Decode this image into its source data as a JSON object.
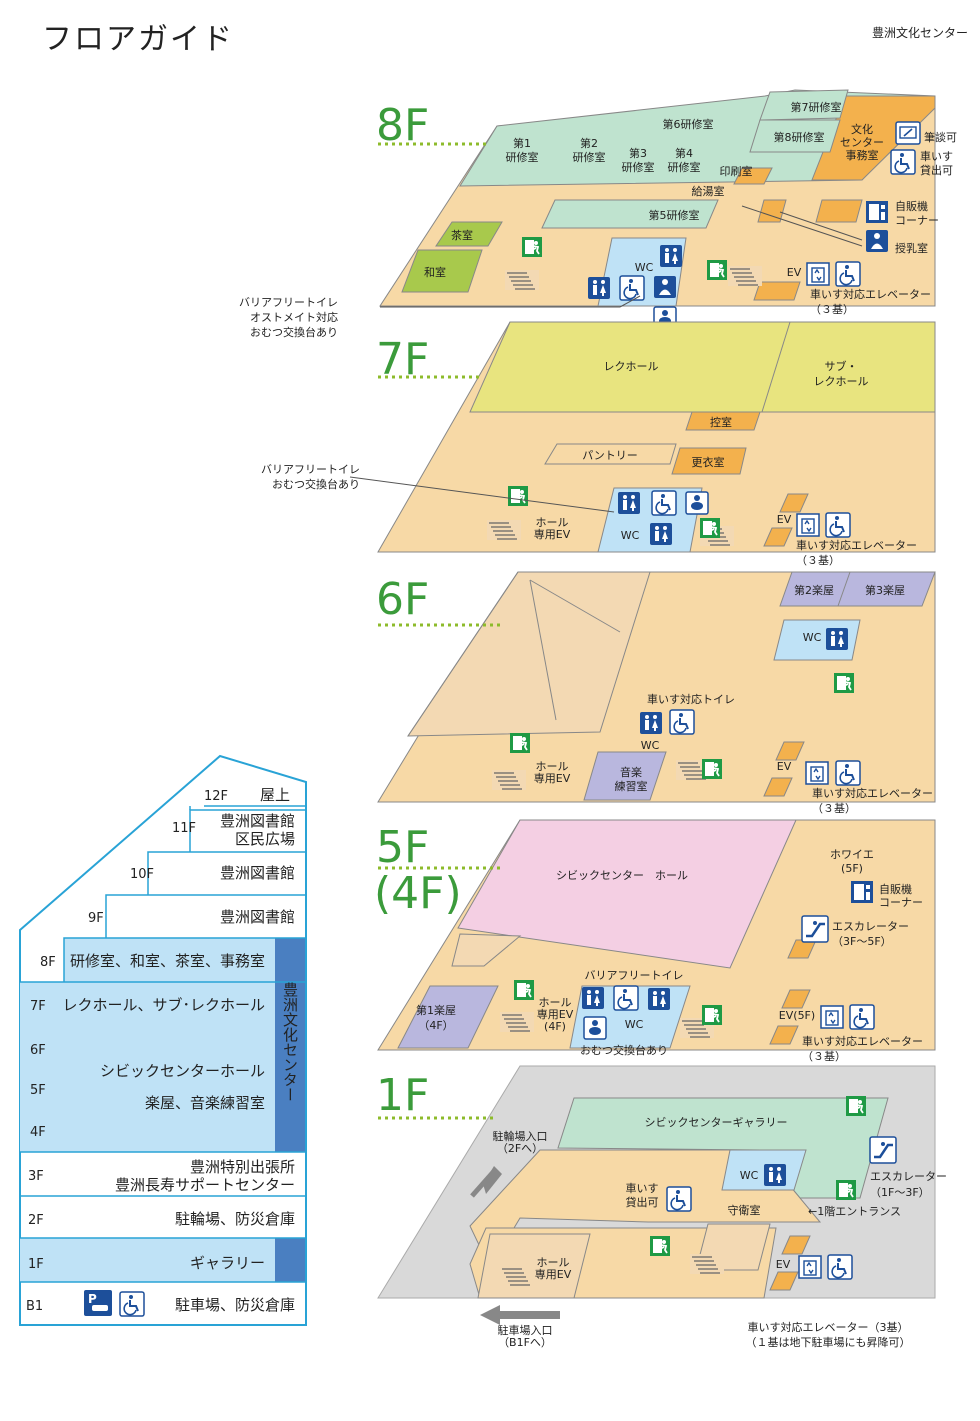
{
  "header": {
    "title": "フロアガイド",
    "organization": "豊洲文化センター"
  },
  "colors": {
    "floor_green": "#3b9b3b",
    "accent_blue": "#4a7fc1",
    "room_mint": "#bfe3cf",
    "room_orange": "#f3b14d",
    "room_yellow": "#e8e47f",
    "room_pink": "#f4cfe3",
    "room_lavender": "#b9b7de",
    "room_lightblue": "#bfe2f6",
    "corridor": "#f7d9a6"
  },
  "floors": {
    "f8": {
      "label": "8F",
      "rooms": {
        "kenshu1": "第1\n研修室",
        "kenshu2": "第2\n研修室",
        "kenshu3": "第3\n研修室",
        "kenshu4": "第4\n研修室",
        "kenshu5": "第5研修室",
        "kenshu6": "第6研修室",
        "kenshu7": "第7研修室",
        "kenshu8": "第8研修室",
        "office": "文化\nセンター\n事務室",
        "insatsu": "印刷室",
        "kyuto": "給湯室",
        "chashitsu": "茶室",
        "washitsu": "和室",
        "wc": "WC",
        "ev": "EV"
      },
      "legend": {
        "hitsudan": "筆談可",
        "kurumaisu_kashidashi": "車いす\n貸出可",
        "jihanki": "自販機\nコーナー",
        "junyu": "授乳室"
      },
      "notes": {
        "toilet": "バリアフリートイレ\nオストメイト対応\nおむつ交換台あり",
        "elevator": "車いす対応エレベーター\n（３基）"
      }
    },
    "f7": {
      "label": "7F",
      "rooms": {
        "rechall": "レクホール",
        "subrec": "サブ・\nレクホール",
        "hikae": "控室",
        "pantry": "パントリー",
        "koui": "更衣室",
        "hall_ev": "ホール\n専用EV",
        "wc": "WC",
        "ev": "EV"
      },
      "notes": {
        "toilet": "バリアフリートイレ\nおむつ交換台あり",
        "elevator": "車いす対応エレベーター\n（３基）"
      }
    },
    "f6": {
      "label": "6F",
      "rooms": {
        "gakuya2": "第2楽屋",
        "gakuya3": "第3楽屋",
        "wc": "WC",
        "wc2": "WC",
        "hall_ev": "ホール\n専用EV",
        "ongaku": "音楽\n練習室",
        "ev": "EV"
      },
      "notes": {
        "toilet": "車いす対応トイレ",
        "elevator": "車いす対応エレベーター\n（３基）"
      }
    },
    "f5": {
      "label": "5F",
      "sublabel": "(4F)",
      "rooms": {
        "hall": "シビックセンター　ホール",
        "foyer": "ホワイエ\n(5F)",
        "gakuya1": "第1楽屋\n（4F）",
        "hall_ev": "ホール\n専用EV\n(4F)",
        "wc": "WC",
        "ev": "EV(5F)"
      },
      "legend": {
        "jihanki": "自販機\nコーナー",
        "escalator": "エスカレーター\n（3F～5F）"
      },
      "notes": {
        "toilet": "バリアフリートイレ",
        "diaper": "おむつ交換台あり",
        "elevator": "車いす対応エレベーター\n（３基）"
      }
    },
    "f1": {
      "label": "1F",
      "rooms": {
        "gallery": "シビックセンターギャラリー",
        "wc": "WC",
        "shuei": "守衛室",
        "hall_ev": "ホール\n専用EV",
        "ev": "EV"
      },
      "legend": {
        "kurumaisu": "車いす\n貸出可",
        "escalator": "エスカレーター\n（1F～3F）"
      },
      "notes": {
        "entrance": "←1階エントランス",
        "bicycle": "駐輪場入口\n（2Fへ）",
        "parking": "駐車場入口\n（B1Fへ）",
        "elevator": "車いす対応エレベーター（3基）\n（１基は地下駐車場にも昇降可）"
      }
    }
  },
  "guide": {
    "side_label": "豊洲文化センター",
    "rows": [
      {
        "floor": "12F",
        "text": "屋上"
      },
      {
        "floor": "11F",
        "text": "豊洲図書館\n区民広場"
      },
      {
        "floor": "10F",
        "text": "豊洲図書館"
      },
      {
        "floor": "9F",
        "text": "豊洲図書館"
      },
      {
        "floor": "8F",
        "text": "研修室、和室、茶室、事務室"
      },
      {
        "floor": "7F",
        "text": "レクホール、サブ･レクホール"
      },
      {
        "floor": "6F",
        "text": ""
      },
      {
        "floor": "5F",
        "text": "シビックセンターホール\n楽屋、音楽練習室"
      },
      {
        "floor": "4F",
        "text": ""
      },
      {
        "floor": "3F",
        "text": "豊洲特別出張所\n豊洲長寿サポートセンター"
      },
      {
        "floor": "2F",
        "text": "駐輪場、防災倉庫"
      },
      {
        "floor": "1F",
        "text": "ギャラリー"
      },
      {
        "floor": "B1",
        "text": "駐車場、防災倉庫"
      }
    ]
  }
}
